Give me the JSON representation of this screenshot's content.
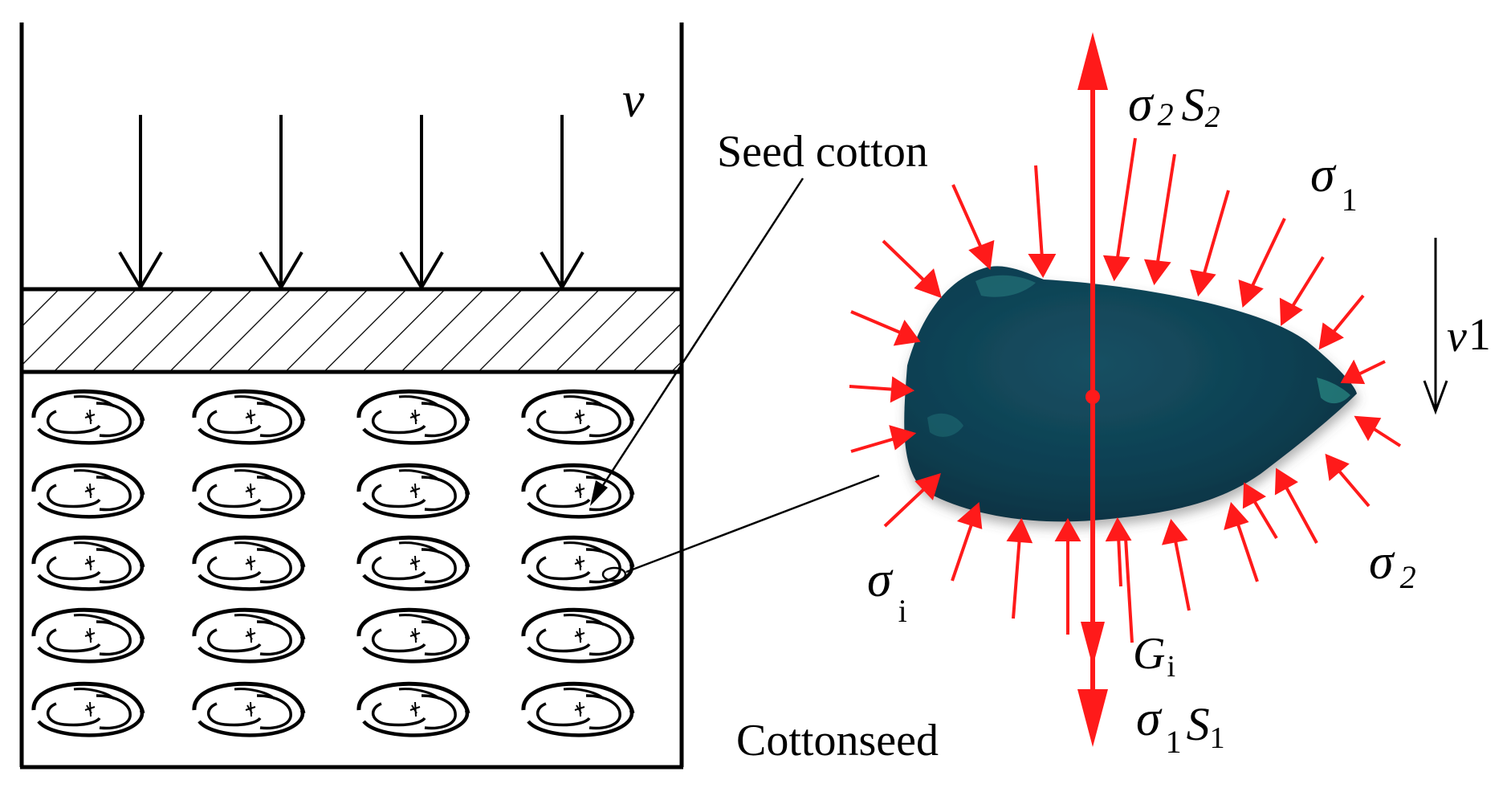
{
  "labels": {
    "velocity_press": "v",
    "seed_cotton": "Seed cotton",
    "cottonseed": "Cottonseed",
    "sigma_symbol": "σ",
    "sigma2_sub": "2",
    "s2": "S",
    "s2_sub": "2",
    "sigma1_sub": "1",
    "s1": "S",
    "s1_sub": "1",
    "sigma_i_sub": "i",
    "gravity": "G",
    "gravity_sub": "i",
    "velocity_seed": "v",
    "velocity_seed_sub": "1"
  },
  "colors": {
    "force_arrows": "#ff1a1a",
    "seed_body": "#0e3f52",
    "seed_highlight": "#2a8a8a",
    "outline": "#000000"
  }
}
